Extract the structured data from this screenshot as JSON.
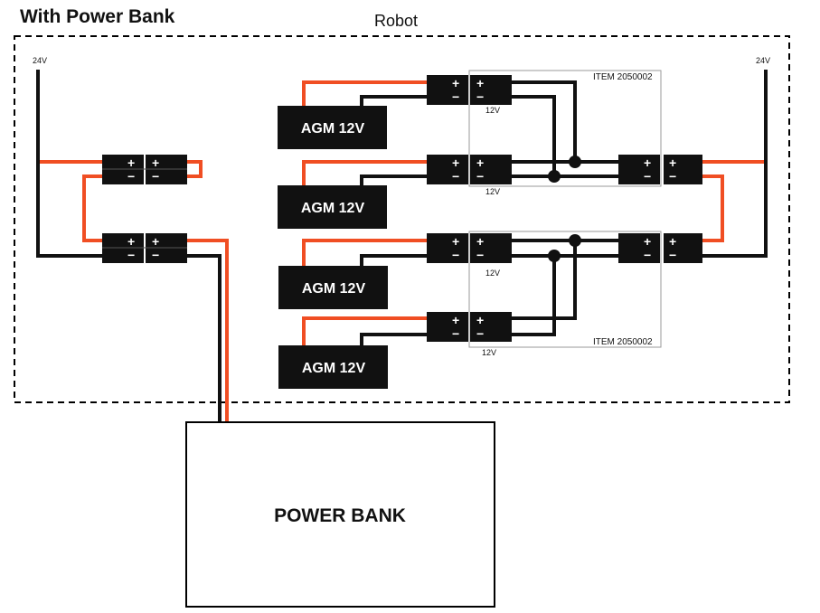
{
  "title": "With Power Bank",
  "robot_label": "Robot",
  "voltage_left": "24V",
  "voltage_right": "24V",
  "battery_labels": [
    "AGM 12V",
    "AGM 12V",
    "AGM 12V",
    "AGM 12V"
  ],
  "connector_voltage_labels": [
    "12V",
    "12V",
    "12V",
    "12V"
  ],
  "item_labels": [
    "ITEM 2050002",
    "ITEM 2050002"
  ],
  "power_bank_label": "POWER BANK",
  "connector_symbols": {
    "plus": "+",
    "minus": "−"
  },
  "colors": {
    "positive_wire": "#f04e23",
    "negative_wire": "#111111",
    "connector": "#111111",
    "battery_fill": "#111111",
    "battery_text": "#ffffff",
    "border": "#000000",
    "item_box": "#9a9a9a"
  }
}
